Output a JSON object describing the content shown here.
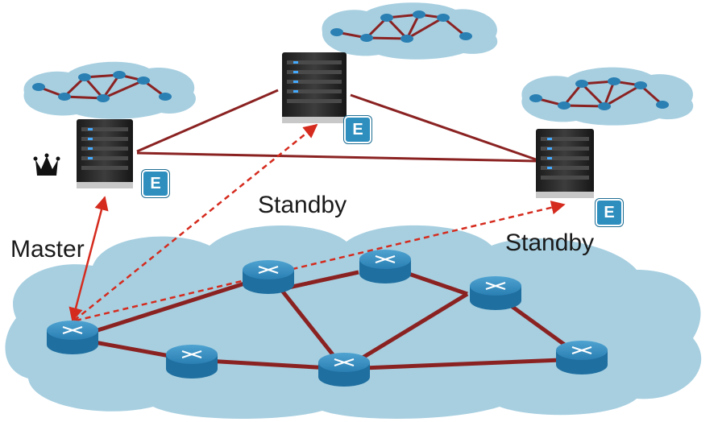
{
  "labels": {
    "master": "Master",
    "standby_center": "Standby",
    "standby_right": "Standby"
  },
  "badges": {
    "left": "E",
    "center": "E",
    "right": "E"
  },
  "icons": [
    "crown-icon",
    "server-icon",
    "router-icon",
    "cloud-icon"
  ],
  "colors": {
    "link": "#8b2222",
    "dashed_link": "#d52b1e",
    "cloud": "#a7cfe0",
    "router": "#1f6fa0",
    "badge": "#2e8fbf",
    "server": "#2a2a2a"
  }
}
